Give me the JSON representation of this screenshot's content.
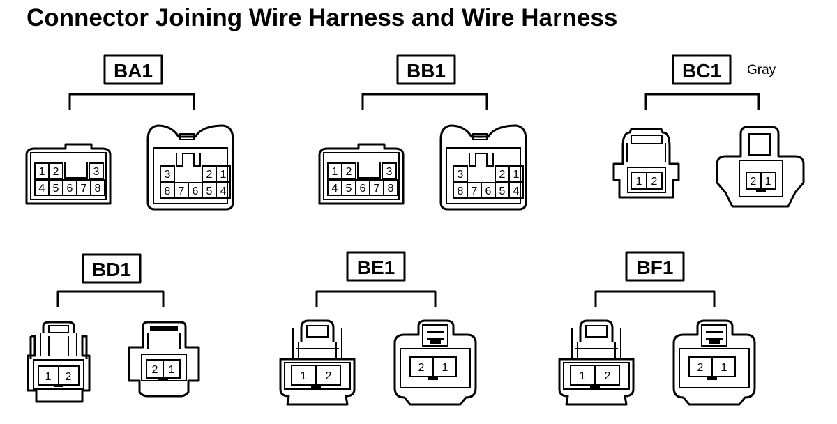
{
  "title": "Connector Joining Wire Harness and Wire Harness",
  "connectors": [
    {
      "id": "BA1",
      "note": "",
      "male": {
        "pins_top": [
          "1",
          "2",
          "3"
        ],
        "pins_bottom": [
          "4",
          "5",
          "6",
          "7",
          "8"
        ]
      },
      "female": {
        "pins_top": [
          "3",
          "2",
          "1"
        ],
        "pins_bottom": [
          "8",
          "7",
          "6",
          "5",
          "4"
        ]
      }
    },
    {
      "id": "BB1",
      "note": "",
      "male": {
        "pins_top": [
          "1",
          "2",
          "3"
        ],
        "pins_bottom": [
          "4",
          "5",
          "6",
          "7",
          "8"
        ]
      },
      "female": {
        "pins_top": [
          "3",
          "2",
          "1"
        ],
        "pins_bottom": [
          "8",
          "7",
          "6",
          "5",
          "4"
        ]
      }
    },
    {
      "id": "BC1",
      "note": "Gray",
      "male": {
        "pins": [
          "1",
          "2"
        ]
      },
      "female": {
        "pins": [
          "2",
          "1"
        ]
      }
    },
    {
      "id": "BD1",
      "note": "",
      "male": {
        "pins": [
          "1",
          "2"
        ]
      },
      "female": {
        "pins": [
          "2",
          "1"
        ]
      }
    },
    {
      "id": "BE1",
      "note": "",
      "male": {
        "pins": [
          "1",
          "2"
        ]
      },
      "female": {
        "pins": [
          "2",
          "1"
        ]
      }
    },
    {
      "id": "BF1",
      "note": "",
      "male": {
        "pins": [
          "1",
          "2"
        ]
      },
      "female": {
        "pins": [
          "2",
          "1"
        ]
      }
    }
  ]
}
